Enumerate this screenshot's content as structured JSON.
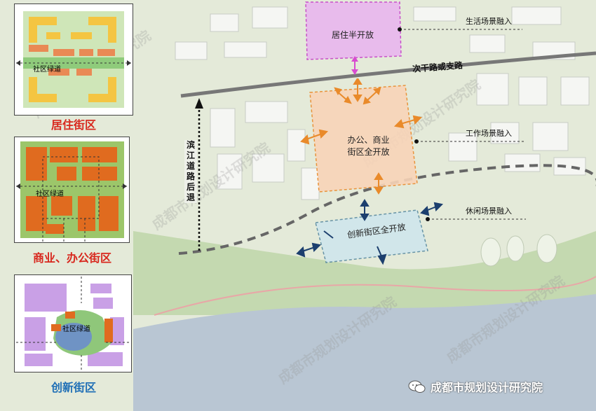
{
  "panels": {
    "residential": {
      "title": "居住街区",
      "greenway_label": "社区绿道",
      "title_color": "#d8281e"
    },
    "commercial": {
      "title": "商业、办公街区",
      "greenway_label": "社区绿道",
      "title_color": "#d8281e"
    },
    "innovation": {
      "title": "创新街区",
      "greenway_label": "社区绿道",
      "title_color": "#1f6fb6"
    }
  },
  "map": {
    "zones": {
      "residential": "居住半开放",
      "office_commercial": "办公、商业\n街区全开放",
      "innovation": "创新街区全开放"
    },
    "callouts": {
      "life": "生活场景融入",
      "work": "工作场景融入",
      "leisure": "休闲场景融入"
    },
    "road_label": "次干路或支路",
    "setback_label": [
      "滨",
      "江",
      "道",
      "路",
      "后",
      "退"
    ]
  },
  "brand": {
    "name": "成都市规划设计研究院",
    "icon": "wechat-icon"
  },
  "watermark_text": "成都市规划设计研究院",
  "colors": {
    "residential_zone": "#e9b6ef",
    "office_zone": "#f8d4b8",
    "innovation_zone": "#cfe6ec",
    "orange_arrow": "#e98a2a",
    "pink_arrow": "#d84bd0",
    "navy_arrow": "#1c3f6e",
    "water": "#b9c6d3"
  }
}
